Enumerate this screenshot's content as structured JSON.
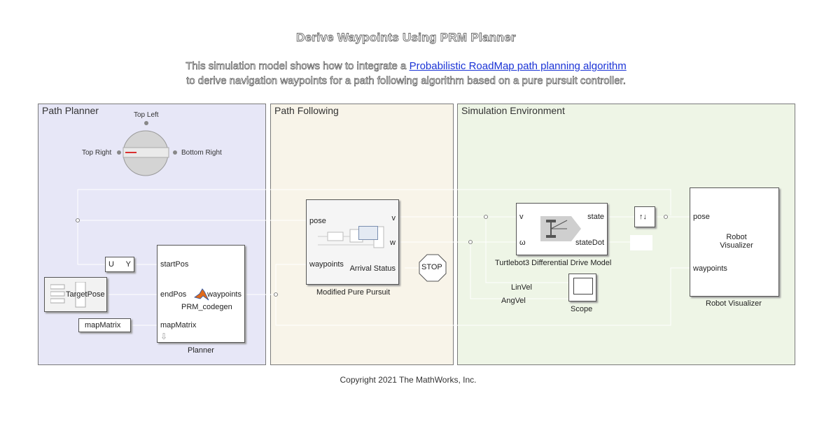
{
  "title": "Derive Waypoints Using PRM Planner",
  "description": {
    "line1_prefix": "This simulation model shows how to integrate a ",
    "line1_link": "Probabilistic RoadMap path planning algorithm",
    "line2": "to derive navigation waypoints for a path following algorithm based on a pure pursuit controller."
  },
  "areas": {
    "path_planner": "Path Planner",
    "path_following": "Path Following",
    "simulation_environment": "Simulation Environment"
  },
  "knob": {
    "top_left": "Top Left",
    "top_right": "Top Right",
    "bottom_right": "Bottom Right"
  },
  "blocks": {
    "u_y": {
      "u": "U",
      "y": "Y"
    },
    "target_pose": "TargetPose",
    "map_matrix": "mapMatrix",
    "planner": {
      "in_start": "startPos",
      "in_end": "endPos",
      "in_map": "mapMatrix",
      "out": "waypoints",
      "function_name": "PRM_codegen",
      "name": "Planner"
    },
    "pure_pursuit": {
      "in_pose": "pose",
      "in_waypoints": "waypoints",
      "out_v": "v",
      "out_w": "w",
      "out_status": "Arrival Status",
      "name": "Modified Pure Pursuit"
    },
    "stop": "STOP",
    "drive_model": {
      "in_v": "v",
      "in_w": "ω",
      "out_state": "state",
      "out_statedot": "stateDot",
      "name": "Turtlebot3 Differential Drive Model"
    },
    "selector": "↑↓",
    "scope": {
      "name": "Scope",
      "in_linvel": "LinVel",
      "in_angvel": "AngVel"
    },
    "visualizer": {
      "in_pose": "pose",
      "in_waypoints": "waypoints",
      "inner_label": "Robot\nVisualizer",
      "name": "Robot Visualizer"
    }
  },
  "copyright": "Copyright 2021 The MathWorks, Inc.",
  "colors": {
    "path_planner_bg": "#e7e7f7",
    "path_following_bg": "#f8f4e9",
    "sim_env_bg": "#eef5e6",
    "link": "#1a33d6",
    "knob_indicator": "#d93030"
  }
}
